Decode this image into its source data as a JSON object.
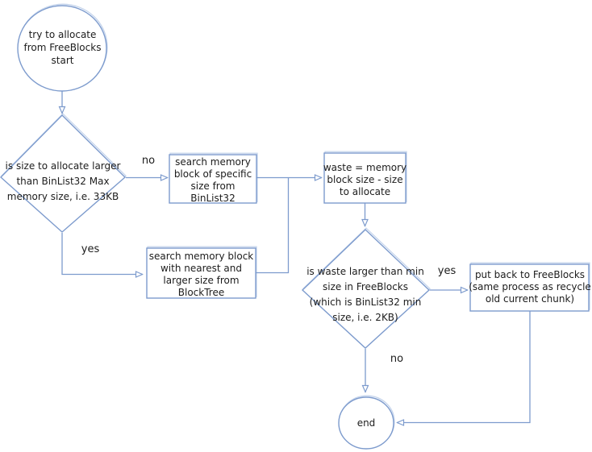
{
  "diagram": {
    "title": "FreeBlocks allocation flowchart",
    "colors": {
      "stroke": "#7d9bcd",
      "stroke_light": "#c6d5ec",
      "text": "#1c1c1c",
      "background": "#ffffff"
    },
    "nodes": {
      "start": {
        "type": "circle",
        "label": "try to allocate\nfrom FreeBlocks\nstart"
      },
      "decision_size": {
        "type": "diamond",
        "label": "is size to allocate larger\nthan BinList32 Max\nmemory size, i.e. 33KB"
      },
      "search_binlist32": {
        "type": "rect",
        "label": "search memory\nblock of specific\nsize from\nBinList32"
      },
      "search_blocktree": {
        "type": "rect",
        "label": "search memory block\nwith nearest and\nlarger size from\nBlockTree"
      },
      "compute_waste": {
        "type": "rect",
        "label": "waste = memory\nblock size - size\nto allocate"
      },
      "decision_waste": {
        "type": "diamond",
        "label": "is waste larger than min\nsize in FreeBlocks\n(which is BinList32 min\nsize, i.e. 2KB)"
      },
      "put_back": {
        "type": "rect",
        "label": "put back to FreeBlocks\n(same process as recycle\nold current chunk)"
      },
      "end": {
        "type": "circle",
        "label": "end"
      }
    },
    "edge_labels": {
      "size_no": "no",
      "size_yes": "yes",
      "waste_yes": "yes",
      "waste_no": "no"
    }
  }
}
